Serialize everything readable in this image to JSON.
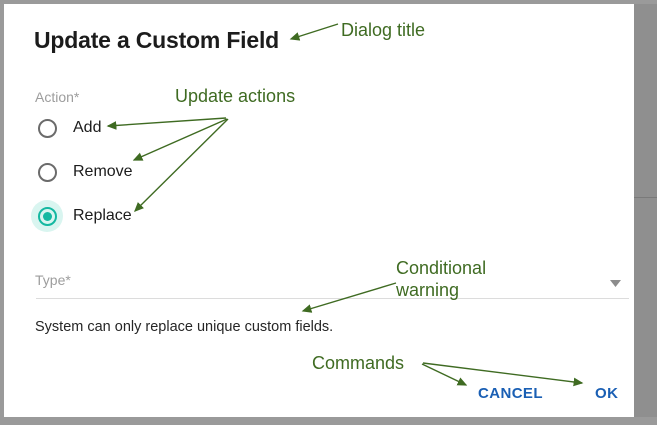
{
  "dialog": {
    "title": "Update a Custom Field",
    "action_group": {
      "label": "Action*",
      "options": [
        {
          "label": "Add",
          "value": "add",
          "checked": false
        },
        {
          "label": "Remove",
          "value": "remove",
          "checked": false
        },
        {
          "label": "Replace",
          "value": "replace",
          "checked": true
        }
      ]
    },
    "type_field": {
      "label": "Type*",
      "value": "",
      "placeholder": "",
      "caret_icon": "chevron-down-icon"
    },
    "warning": "System can only replace unique custom fields.",
    "commands": {
      "cancel_label": "CANCEL",
      "ok_label": "OK"
    }
  },
  "annotations": {
    "title": "Dialog title",
    "actions": "Update actions",
    "warning_line1": "Conditional",
    "warning_line2": "warning",
    "commands": "Commands"
  },
  "colors": {
    "accent_teal": "#14b8a1",
    "accent_teal_halo": "#d9f5f0",
    "command_blue": "#1a5fb4",
    "annotation_green": "#3f6b22",
    "label_gray": "#9d9d9d",
    "frame_gray": "#9a9a9a"
  }
}
